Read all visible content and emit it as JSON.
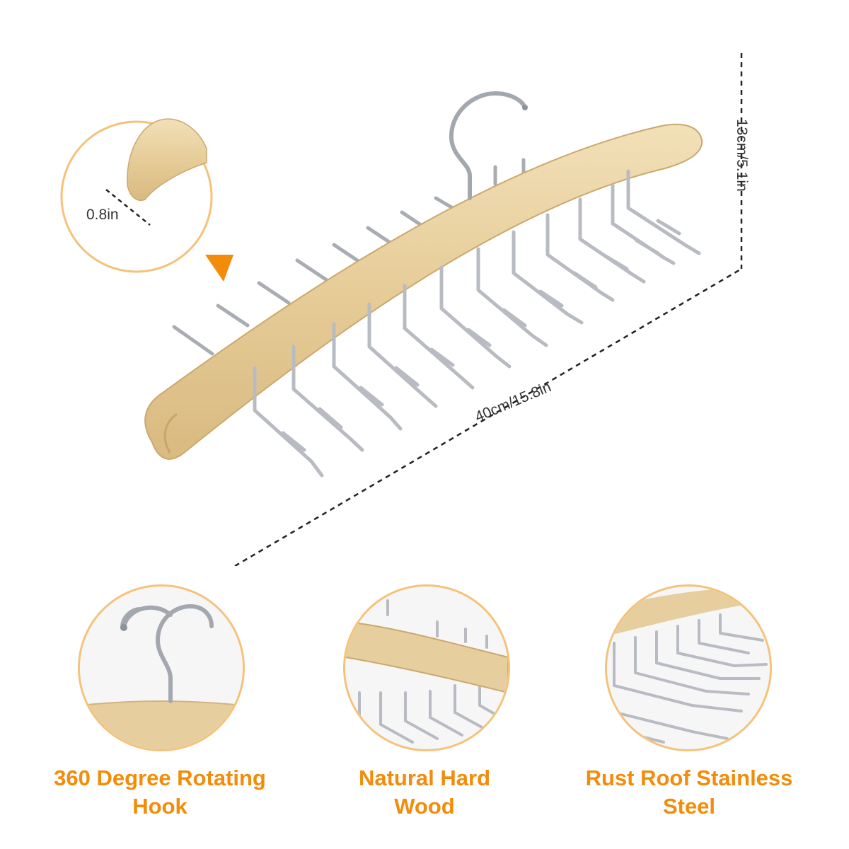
{
  "dimensions": {
    "length": "40cm/15.8in",
    "height": "13cm/5.1in",
    "thickness": "0.8in"
  },
  "features": [
    {
      "line1": "360 Degree Rotating",
      "line2": "Hook",
      "icon": "swivel-hook-closeup"
    },
    {
      "line1": "Natural Hard",
      "line2": "Wood",
      "icon": "wood-bar-closeup"
    },
    {
      "line1": "Rust Roof Stainless",
      "line2": "Steel",
      "icon": "steel-hooks-closeup"
    }
  ],
  "colors": {
    "accent": "#F28C0A",
    "circle_border": "#F5C27A",
    "wood": "#E8CF9E",
    "steel": "#B8BCC2",
    "dimension_line": "#222222"
  }
}
